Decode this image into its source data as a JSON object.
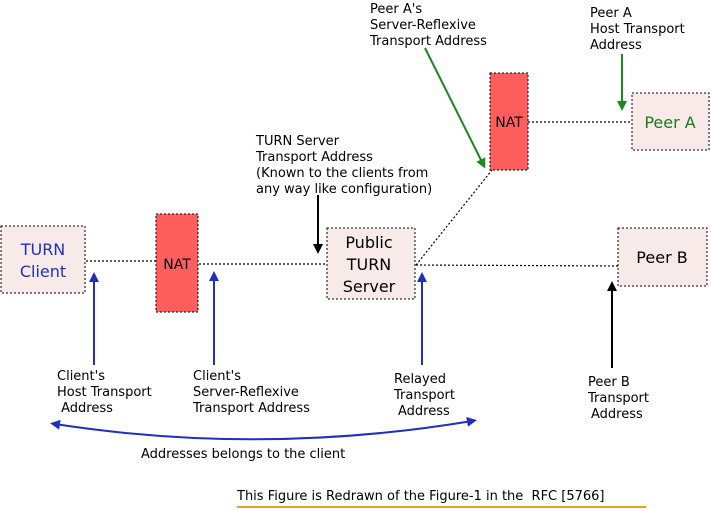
{
  "nodes": {
    "turn_client": {
      "lines": [
        "TURN",
        "Client"
      ],
      "color": "#1f2fbf"
    },
    "nat_client": {
      "label": "NAT"
    },
    "turn_server": {
      "lines": [
        "Public",
        "TURN",
        "Server"
      ],
      "color": "#000000"
    },
    "nat_peer_a": {
      "label": "NAT"
    },
    "peer_a": {
      "label": "Peer A",
      "color": "#1a7a1a"
    },
    "peer_b": {
      "label": "Peer B",
      "color": "#000000"
    }
  },
  "labels": {
    "peer_a_srflx": [
      "Peer A's",
      "Server-Reflexive",
      "Transport Address"
    ],
    "peer_a_host": [
      "Peer A",
      "Host Transport",
      "Address"
    ],
    "turn_server_addr": [
      "TURN Server",
      "Transport Address",
      "(Known to the clients from",
      "any way like configuration)"
    ],
    "client_host": [
      "Client's",
      "Host Transport",
      " Address"
    ],
    "client_srflx": [
      "Client's",
      "Server-Reflexive",
      "Transport Address"
    ],
    "relayed": [
      "Relayed",
      "Transport",
      "Address"
    ],
    "peer_b_addr": [
      "Peer B",
      "Transport",
      "Address"
    ],
    "client_addresses": "Addresses belongs to the client",
    "caption": "This Figure is Redrawn of the Figure-1 in the  RFC [5766]"
  },
  "colors": {
    "box_fill": "#f9eaea",
    "nat_fill": "#ff5e5e",
    "blue_arrow": "#1f2fbf",
    "green_arrow": "#1a8a1a",
    "black_arrow": "#000000",
    "caption_underline": "#e8a020"
  }
}
